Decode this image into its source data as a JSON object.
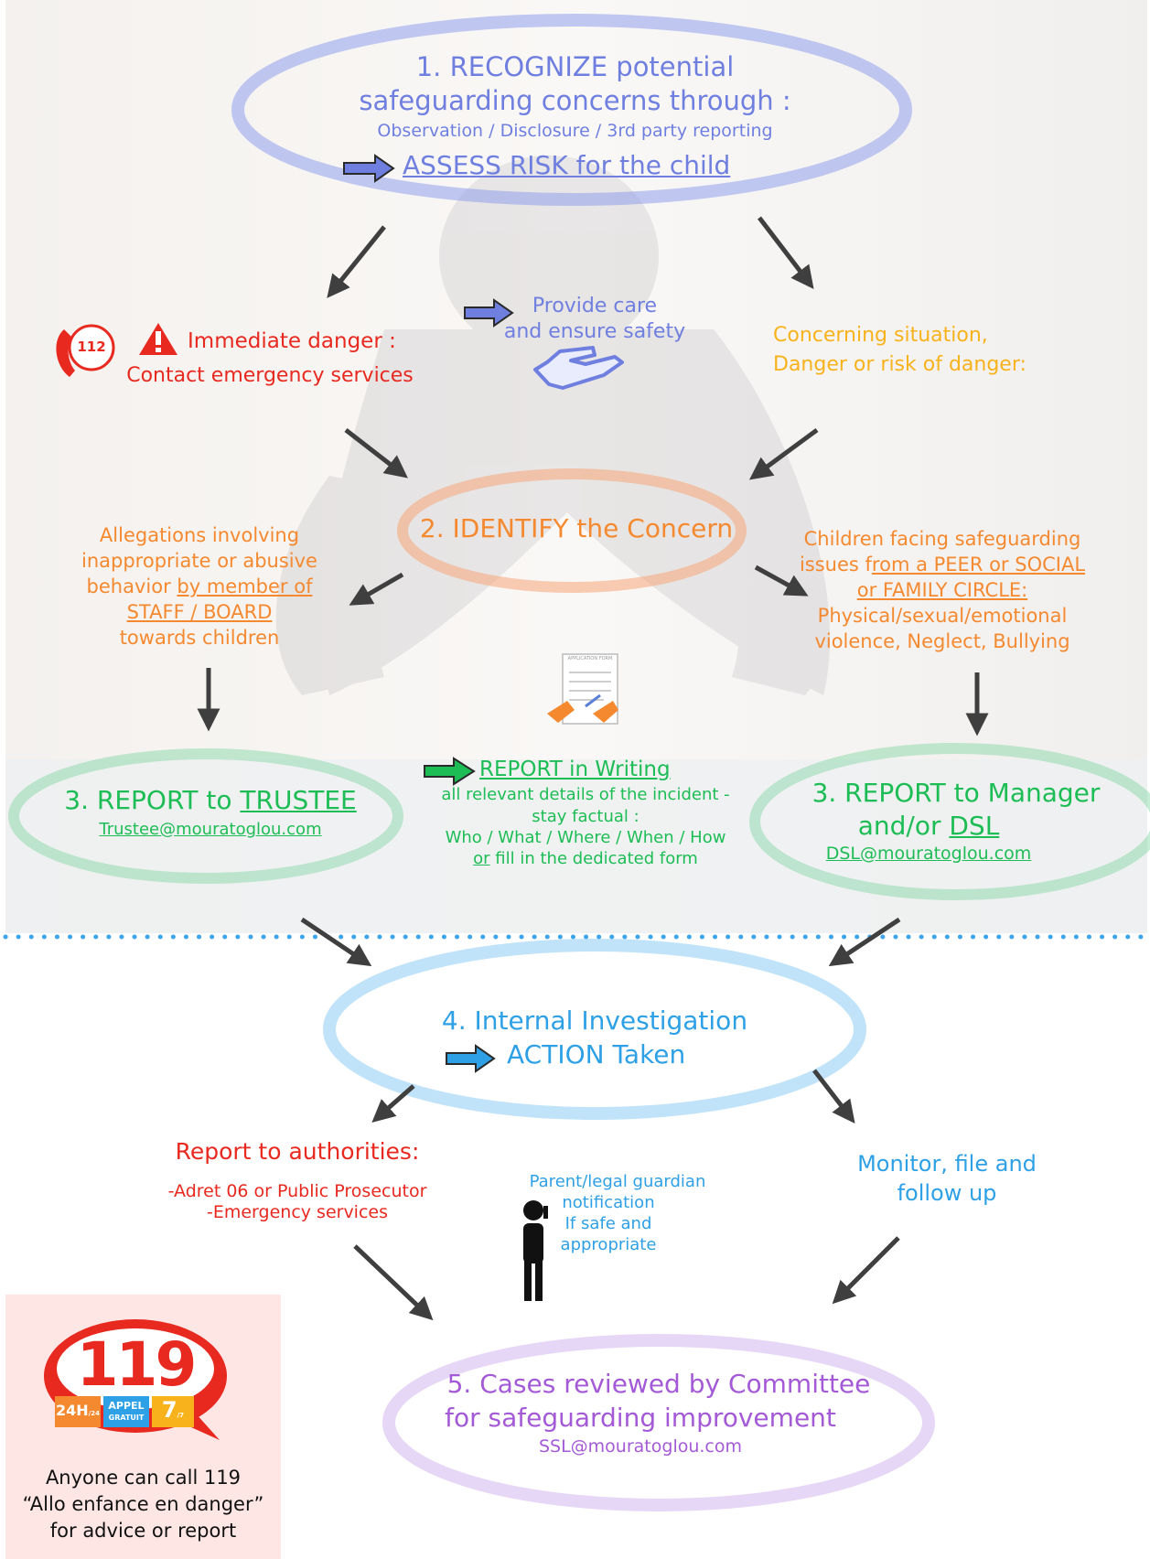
{
  "colors": {
    "blue_purple": "#6f7fe0",
    "red": "#e8291f",
    "orange": "#f5892f",
    "amber": "#f7b21c",
    "green": "#1dbd55",
    "sky": "#2ea0e6",
    "violet": "#a45ad6",
    "arrow": "#3f3f3f"
  },
  "step1": {
    "line1": "1. RECOGNIZE potential",
    "line2": "safeguarding concerns through :",
    "sub": "Observation / Disclosure / 3rd party reporting",
    "assess": "ASSESS RISK for the child"
  },
  "care": {
    "line1": "Provide care",
    "line2": "and ensure safety"
  },
  "immediate": {
    "badge": "112",
    "title": "Immediate danger :",
    "action": "Contact emergency services"
  },
  "concerning": {
    "line1": "Concerning situation,",
    "line2": "Danger or risk of danger:"
  },
  "step2": {
    "title": "2. IDENTIFY the Concern"
  },
  "allegations": {
    "l1": "Allegations involving",
    "l2": "inappropriate or abusive",
    "l3a": "behavior ",
    "l3b": "by member of ",
    "l4": "STAFF / BOARD",
    "l5": "towards children"
  },
  "children": {
    "l1": "Children facing safeguarding",
    "l2a": "issues f",
    "l2b": "rom a PEER or SOCIAL",
    "l3": "or FAMILY CIRCLE:",
    "l4": "Physical/sexual/emotional",
    "l5": "violence, Neglect, Bullying"
  },
  "form_label": "APPLICATION FORM",
  "report_trustee": {
    "title_a": "3. REPORT to ",
    "title_b": "TRUSTEE",
    "email": "Trustee@mouratoglou.com"
  },
  "report_writing": {
    "title": "REPORT in Writing",
    "l1": "all relevant details of the incident  -",
    "l2": "stay factual :",
    "l3": "Who / What / Where / When / How",
    "l4a": "or",
    "l4b": " fill in the dedicated form"
  },
  "report_manager": {
    "title1": "3. REPORT to Manager",
    "title2a": "and/or ",
    "title2b": "DSL",
    "email": "DSL@mouratoglou.com"
  },
  "step4": {
    "line1": "4. Internal Investigation",
    "line2": "ACTION Taken"
  },
  "authorities": {
    "title": "Report to authorities:",
    "l1": "-Adret 06 or Public Prosecutor",
    "l2": "-Emergency services"
  },
  "parent": {
    "l1": "Parent/legal guardian",
    "l2": "notification",
    "l3": "If safe and",
    "l4": "appropriate"
  },
  "monitor": {
    "line1": "Monitor, file and",
    "line2": "follow up"
  },
  "step5": {
    "line1": "5. Cases reviewed by Committee",
    "line2": "for safeguarding improvement",
    "email": "SSL@mouratoglou.com"
  },
  "hotline": {
    "number": "119",
    "badge_24": "24H",
    "badge_24_sub": "/24",
    "badge_appel": "APPEL",
    "badge_gratuit": "GRATUIT",
    "badge_7": "7",
    "badge_7_sub": "/7",
    "l1": "Anyone can call 119",
    "l2": "“Allo enfance en danger”",
    "l3": "for advice or report"
  }
}
